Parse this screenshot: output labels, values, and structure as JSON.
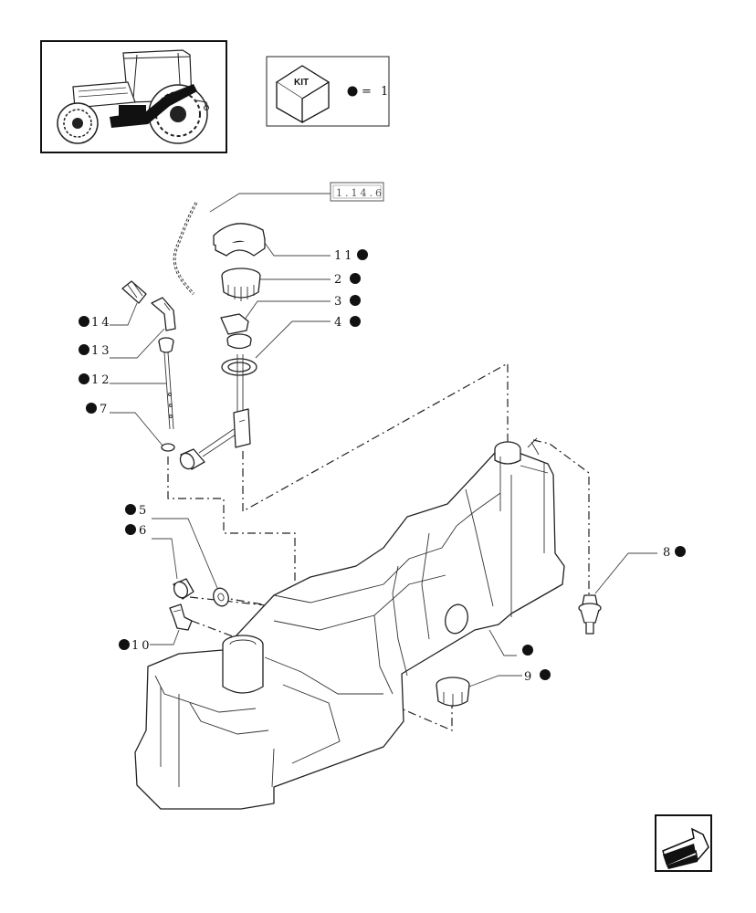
{
  "thumbnail": {
    "icon": "tractor-thumbnail-icon"
  },
  "kit_legend": {
    "badge_text": "KIT",
    "equation": "= 1"
  },
  "reference": {
    "label": "1.14.6"
  },
  "callouts": [
    {
      "id": "c11",
      "label": "11",
      "dot_before": false
    },
    {
      "id": "c2",
      "label": "2",
      "dot_before": false
    },
    {
      "id": "c3",
      "label": "3",
      "dot_before": false
    },
    {
      "id": "c4",
      "label": "4",
      "dot_before": false
    },
    {
      "id": "c14",
      "label": "14",
      "dot_before": true
    },
    {
      "id": "c13",
      "label": "13",
      "dot_before": true
    },
    {
      "id": "c12",
      "label": "12",
      "dot_before": true
    },
    {
      "id": "c7",
      "label": "7",
      "dot_before": true
    },
    {
      "id": "c5",
      "label": "5",
      "dot_before": true
    },
    {
      "id": "c6",
      "label": "6",
      "dot_before": true
    },
    {
      "id": "c10",
      "label": "10",
      "dot_before": true
    },
    {
      "id": "c8",
      "label": "8",
      "dot_before": false
    },
    {
      "id": "c9",
      "label": "9",
      "dot_before": false
    },
    {
      "id": "c1",
      "label": "",
      "dot_before": false
    }
  ],
  "nav": {
    "icon": "back-arrow-icon"
  }
}
